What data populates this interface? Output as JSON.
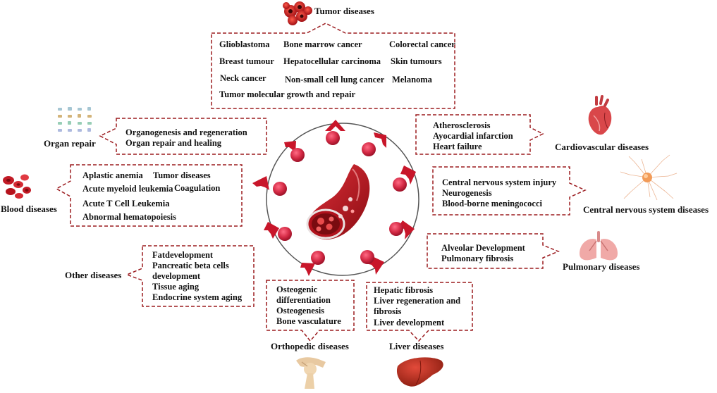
{
  "center": {
    "icon": "blood-vessel-icon"
  },
  "categories": {
    "tumor": {
      "title": "Tumor diseases",
      "icon": "tumor-cells-icon",
      "items": [
        "Glioblastoma",
        "Bone marrow cancer",
        "Colorectal cancer",
        "Breast tumour",
        "Hepatocellular carcinoma",
        "Skin tumours",
        "Neck cancer",
        "Non-small cell lung cancer",
        "Melanoma",
        "Tumor molecular growth and repair"
      ]
    },
    "organ_repair": {
      "title": "Organ repair",
      "icon": "organ-grid-icon",
      "items": [
        "Organogenesis and regeneration",
        "Organ repair and healing"
      ]
    },
    "cardiovascular": {
      "title": "Cardiovascular diseases",
      "icon": "heart-icon",
      "items": [
        "Atherosclerosis",
        "Ayocardial infarction",
        "Heart failure"
      ]
    },
    "blood": {
      "title": "Blood diseases",
      "icon": "blood-cells-icon",
      "items": [
        "Aplastic anemia",
        "Tumor diseases",
        "Acute myeloid leukemia",
        "Coagulation",
        "Acute T Cell Leukemia",
        "Abnormal hematopoiesis"
      ]
    },
    "cns": {
      "title": "Central nervous system diseases",
      "icon": "neuron-icon",
      "items": [
        "Central nervous system injury",
        "Neurogenesis",
        "Blood-borne meningococci"
      ]
    },
    "pulmonary": {
      "title": "Pulmonary diseases",
      "icon": "lungs-icon",
      "items": [
        "Alveolar Development",
        "Pulmonary fibrosis"
      ]
    },
    "other": {
      "title": "Other diseases",
      "items": [
        "Fatdevelopment",
        "Pancreatic beta cells",
        "development",
        "Tissue aging",
        "Endocrine system aging"
      ]
    },
    "orthopedic": {
      "title": "Orthopedic diseases",
      "icon": "shoulder-joint-icon",
      "items": [
        "Osteogenic",
        "differentiation",
        "Osteogenesis",
        "Bone vasculature"
      ]
    },
    "liver": {
      "title": "Liver diseases",
      "icon": "liver-icon",
      "items": [
        "Hepatic fibrosis",
        "Liver regeneration and",
        "fibrosis",
        "Liver development"
      ]
    }
  },
  "colors": {
    "accent": "#b4182b",
    "border": "#9b1b1f",
    "node": "#d42a45"
  }
}
